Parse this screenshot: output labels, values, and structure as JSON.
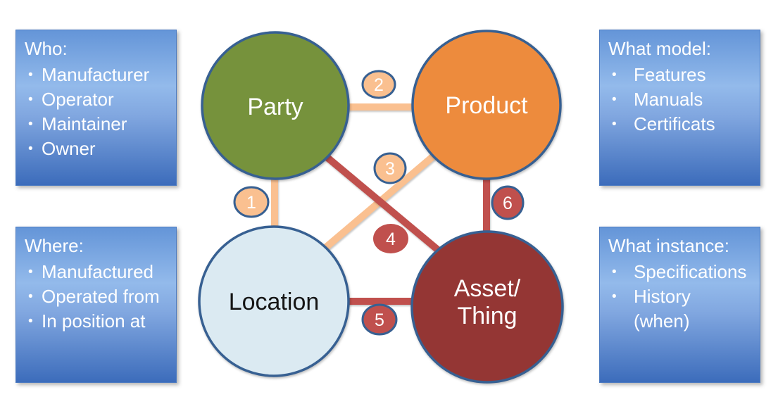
{
  "ui": {
    "bullet": "•"
  },
  "colors": {
    "node_border": "#376092",
    "peach": "#FAC090",
    "red": "#C0504D",
    "party_fill": "#76923C",
    "product_fill": "#ED8B3D",
    "location_fill": "#DBEAF2",
    "asset_fill": "#943634"
  },
  "info_boxes": [
    {
      "title": "Who:",
      "items": [
        "Manufacturer",
        "Operator",
        "Maintainer",
        "Owner"
      ]
    },
    {
      "title": "What model:",
      "items": [
        "Features",
        "Manuals",
        "Certificats"
      ]
    },
    {
      "title": "Where:",
      "items": [
        "Manufactured",
        "Operated from",
        "In position at"
      ]
    },
    {
      "title": "What instance:",
      "items": [
        "Specifications",
        "History (when)"
      ]
    }
  ],
  "nodes": [
    {
      "id": "party",
      "label": "Party"
    },
    {
      "id": "product",
      "label": "Product"
    },
    {
      "id": "location",
      "label": "Location"
    },
    {
      "id": "asset-thing",
      "label_line1": "Asset/",
      "label_line2": "Thing"
    }
  ],
  "connections": [
    {
      "number": "1",
      "from": "Party",
      "to": "Location"
    },
    {
      "number": "2",
      "from": "Party",
      "to": "Product"
    },
    {
      "number": "3",
      "from": "Product",
      "to": "Location"
    },
    {
      "number": "4",
      "from": "Party",
      "to": "Asset/Thing"
    },
    {
      "number": "5",
      "from": "Location",
      "to": "Asset/Thing"
    },
    {
      "number": "6",
      "from": "Product",
      "to": "Asset/Thing"
    }
  ]
}
